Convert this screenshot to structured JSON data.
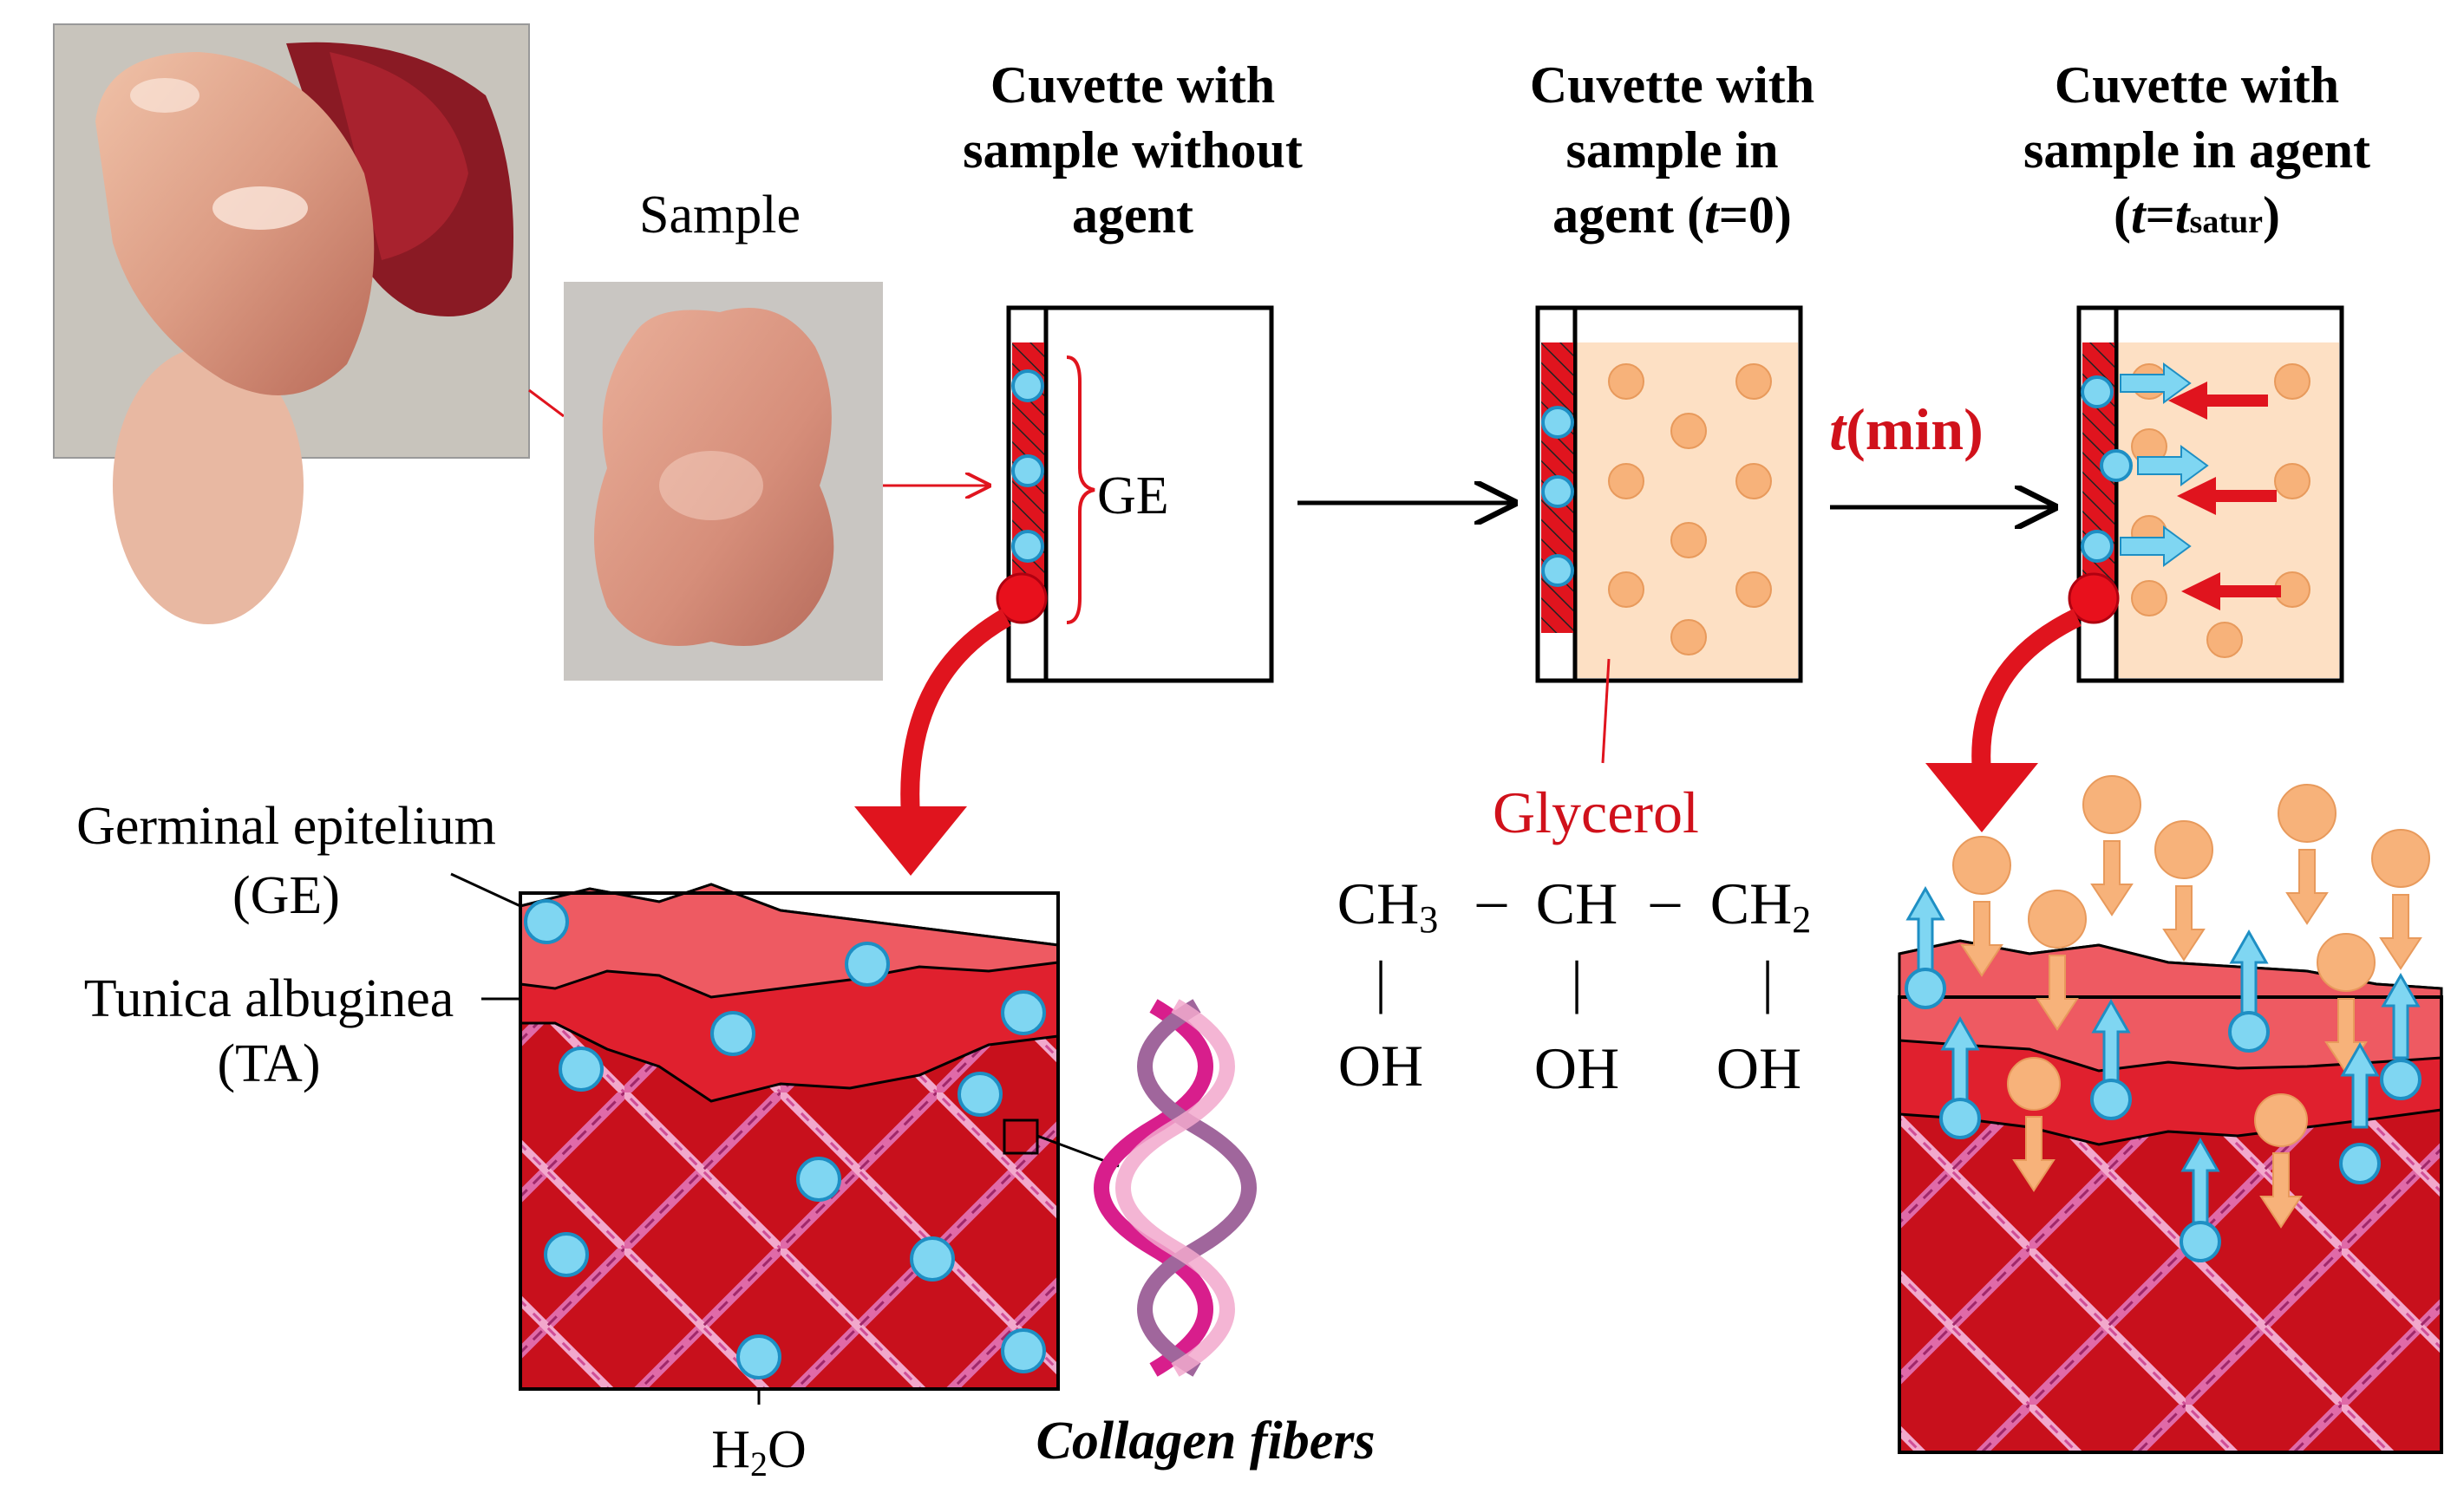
{
  "labels": {
    "sample": "Sample",
    "cuvette1": [
      "Cuvette with",
      "sample without",
      "agent"
    ],
    "cuvette2_l1": "Cuvette with",
    "cuvette2_l2": "sample in",
    "cuvette2_pre": "agent (",
    "cuvette2_t": "t",
    "cuvette2_post": "=0)",
    "cuvette3_l1": "Cuvette with",
    "cuvette3_l2": "sample in agent",
    "cuvette3_pre": "(",
    "cuvette3_t": "t",
    "cuvette3_eq": "=",
    "cuvette3_t2": "t",
    "cuvette3_sub": "satur",
    "cuvette3_post": ")",
    "ge_brace": "GE",
    "time_t": "t",
    "time_unit": "(min)",
    "germinal": "Germinal epitelium",
    "germinal_abbr": "(GE)",
    "tunica": "Tunica albuginea",
    "tunica_abbr": "(TA)",
    "water_h": "H",
    "water_sub": "2",
    "water_o": "O",
    "collagen": "Collagen fibers",
    "glycerol": "Glycerol"
  },
  "formula": {
    "c1": "CH",
    "c1_sub": "3",
    "dash": "–",
    "c2": "CH",
    "c3": "CH",
    "c3_sub": "2",
    "oh": "OH",
    "bar": "|"
  },
  "colors": {
    "tissue_dark": "#c8101c",
    "tissue_mid": "#e0202e",
    "tissue_light": "#ee5a62",
    "water_fill": "#7fd6f2",
    "water_stroke": "#1e8fc4",
    "glycerol_fill": "#f7b27a",
    "agent_bg": "#fde0c4",
    "fiber_pink": "#e06aa8",
    "fiber_light": "#f2a8cc",
    "arrow_red": "#e0141e"
  }
}
